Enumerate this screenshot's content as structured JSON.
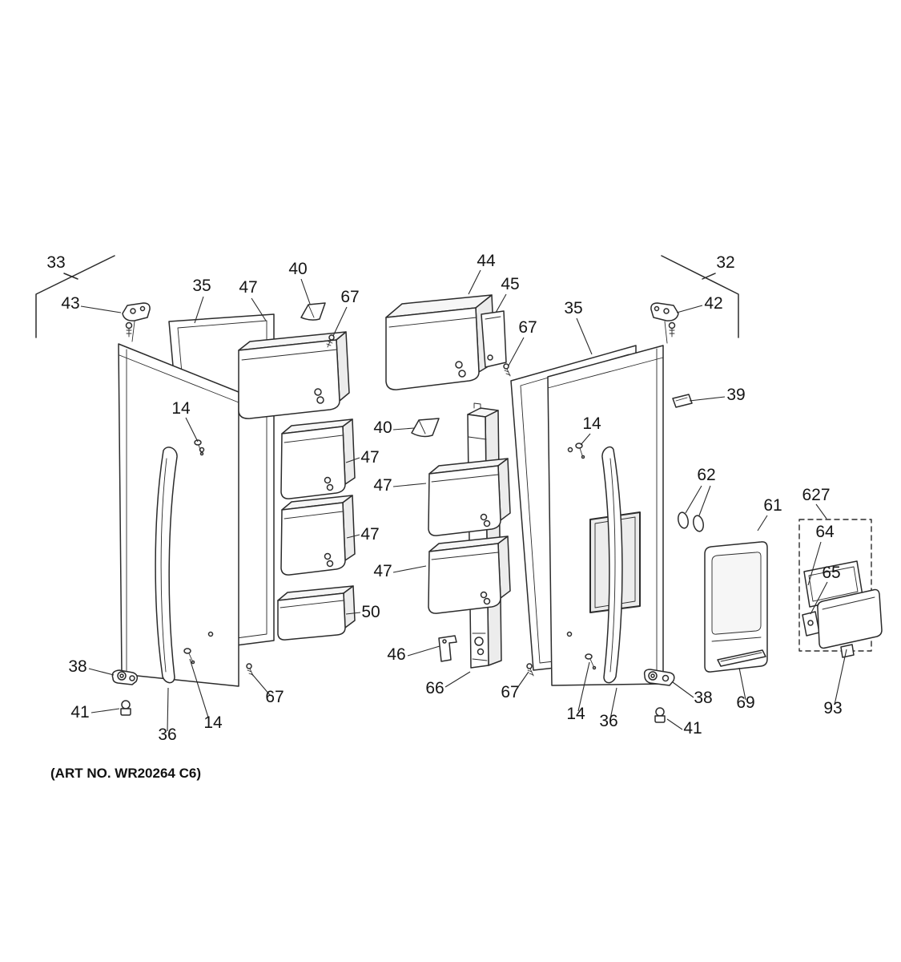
{
  "page": {
    "background_color": "#ffffff",
    "ink_color": "#2b2b2b",
    "art_no": "(ART NO. WR20264 C6)"
  },
  "diagram": {
    "type": "exploded-parts-diagram",
    "subject": "refrigerator-doors",
    "callouts": [
      {
        "part": "33"
      },
      {
        "part": "43"
      },
      {
        "part": "35"
      },
      {
        "part": "47"
      },
      {
        "part": "40"
      },
      {
        "part": "67"
      },
      {
        "part": "14"
      },
      {
        "part": "47"
      },
      {
        "part": "47"
      },
      {
        "part": "50"
      },
      {
        "part": "38"
      },
      {
        "part": "41"
      },
      {
        "part": "36"
      },
      {
        "part": "14"
      },
      {
        "part": "67"
      },
      {
        "part": "44"
      },
      {
        "part": "45"
      },
      {
        "part": "67"
      },
      {
        "part": "40"
      },
      {
        "part": "47"
      },
      {
        "part": "47"
      },
      {
        "part": "46"
      },
      {
        "part": "66"
      },
      {
        "part": "67"
      },
      {
        "part": "35"
      },
      {
        "part": "42"
      },
      {
        "part": "32"
      },
      {
        "part": "39"
      },
      {
        "part": "14"
      },
      {
        "part": "62"
      },
      {
        "part": "61"
      },
      {
        "part": "627"
      },
      {
        "part": "64"
      },
      {
        "part": "65"
      },
      {
        "part": "14"
      },
      {
        "part": "36"
      },
      {
        "part": "38"
      },
      {
        "part": "41"
      },
      {
        "part": "69"
      },
      {
        "part": "93"
      }
    ]
  }
}
